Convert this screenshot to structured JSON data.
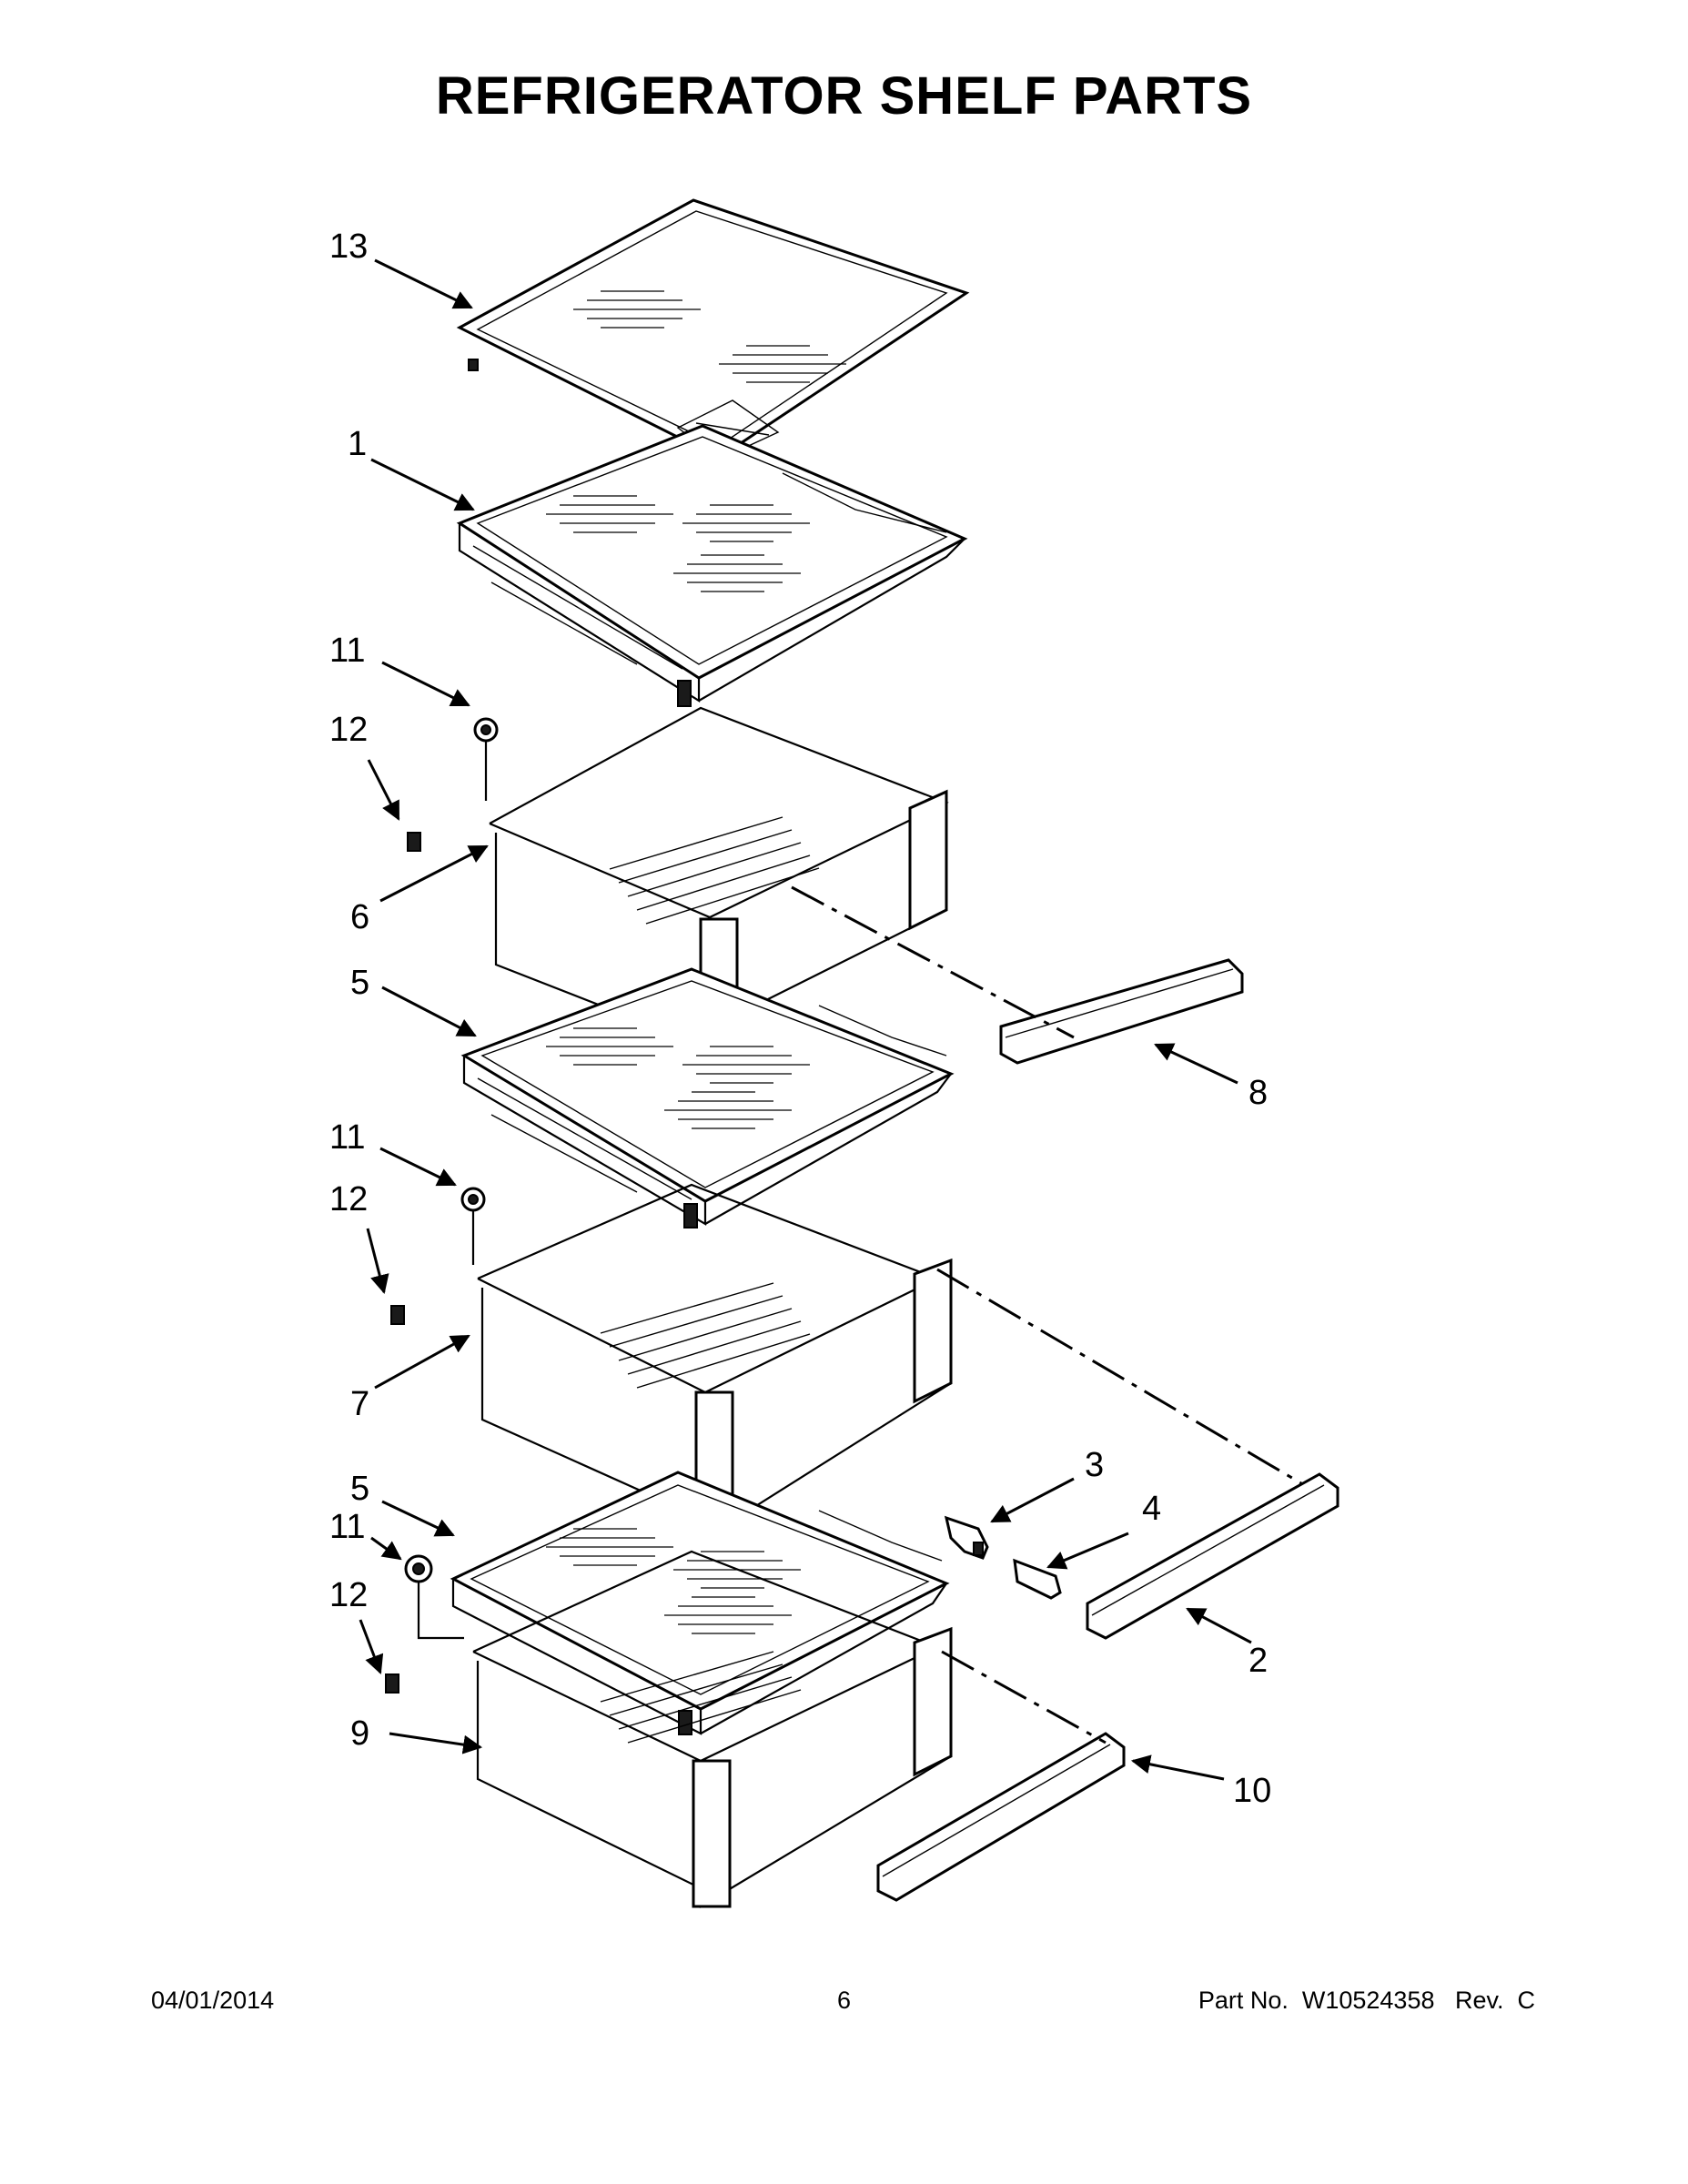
{
  "title": "REFRIGERATOR SHELF PARTS",
  "callouts": {
    "c13": "13",
    "c1": "1",
    "c11a": "11",
    "c12a": "12",
    "c6": "6",
    "c5a": "5",
    "c8": "8",
    "c11b": "11",
    "c12b": "12",
    "c7": "7",
    "c3": "3",
    "c4": "4",
    "c5b": "5",
    "c11c": "11",
    "c12c": "12",
    "c2": "2",
    "c9": "9",
    "c10": "10"
  },
  "footer": {
    "date": "04/01/2014",
    "page": "6",
    "part": "Part No.  W10524358   Rev.  C"
  }
}
